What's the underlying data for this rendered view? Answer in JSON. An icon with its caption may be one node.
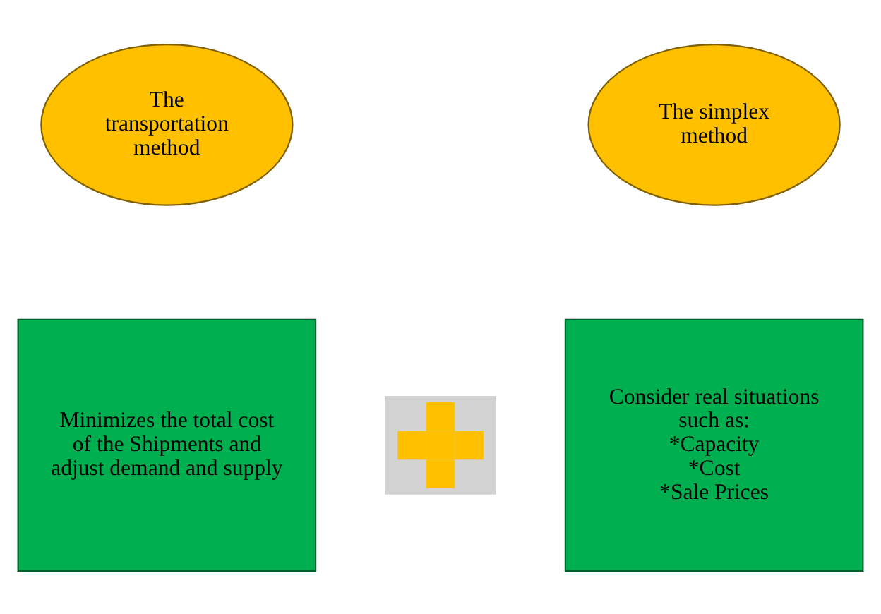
{
  "diagram": {
    "nodes": [
      {
        "text": [
          "The transportation method"
        ]
      },
      {
        "text": [
          "The simplex method"
        ]
      },
      {
        "text": [
          "Minimizes the total cost of the Shipments and adjust demand and supply"
        ]
      },
      {
        "text": [],
        "shape": "cross"
      },
      {
        "text": [
          "Consider real situations such as:",
          "*Capacity",
          "*Cost",
          "*Sale Prices"
        ]
      }
    ],
    "edges": []
  }
}
